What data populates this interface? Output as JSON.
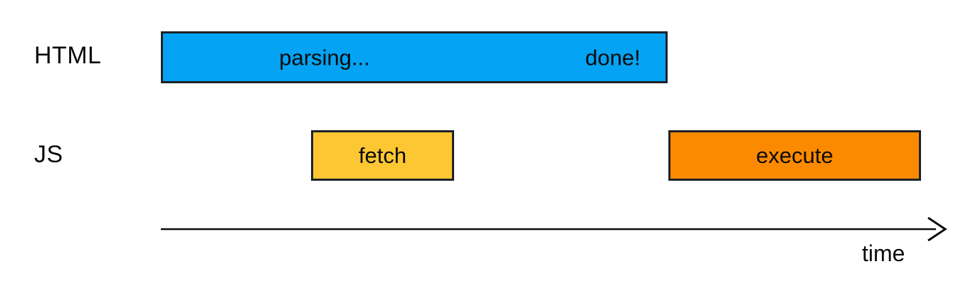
{
  "diagram": {
    "rows": [
      {
        "label": "HTML"
      },
      {
        "label": "JS"
      }
    ],
    "bars": {
      "parsing": {
        "label_left": "parsing...",
        "label_right": "done!",
        "color": "#04a3f3"
      },
      "fetch": {
        "label": "fetch",
        "color": "#fcc733"
      },
      "execute": {
        "label": "execute",
        "color": "#fb8a00"
      }
    },
    "axis": {
      "label": "time"
    },
    "colors": {
      "border": "#1d2228",
      "text": "#0c0c0c",
      "background": "#ffffff"
    }
  }
}
